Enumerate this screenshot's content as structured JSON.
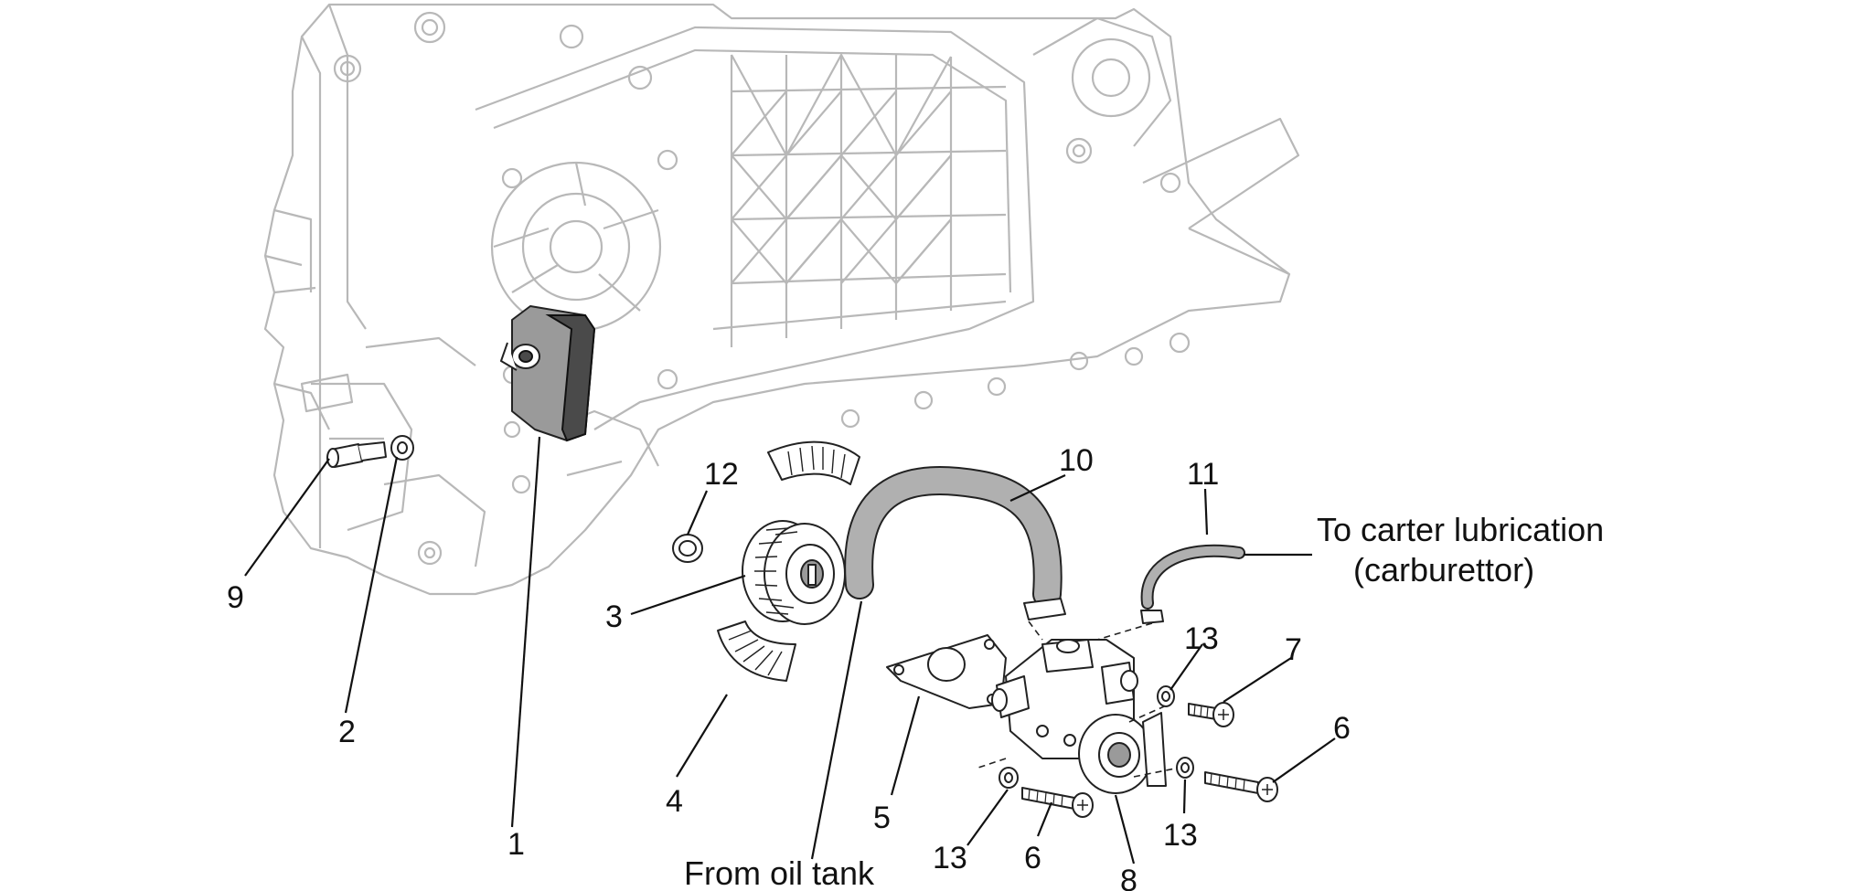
{
  "callouts": {
    "c1": "1",
    "c2": "2",
    "c3": "3",
    "c4": "4",
    "c5": "5",
    "c6a": "6",
    "c6b": "6",
    "c7": "7",
    "c8": "8",
    "c9": "9",
    "c10": "10",
    "c11": "11",
    "c12": "12",
    "c13a": "13",
    "c13b": "13",
    "c13c": "13"
  },
  "notes": {
    "carter_line1": "To carter lubrication",
    "carter_line2": "(carburettor)",
    "oil_tank": "From oil tank"
  },
  "colors": {
    "housing_outline": "#b8b8b8",
    "part_outline": "#222222",
    "text": "#111111"
  }
}
